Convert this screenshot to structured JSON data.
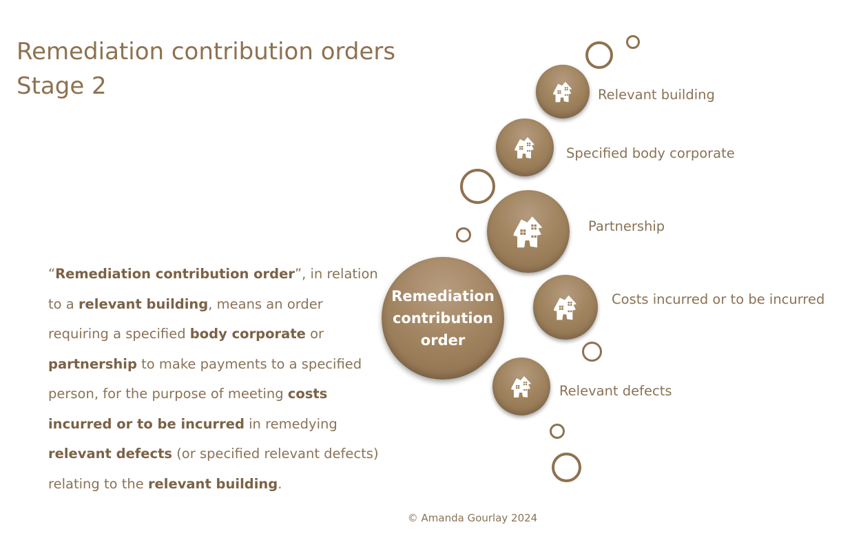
{
  "title": {
    "line1": "Remediation contribution orders",
    "line2": "Stage 2"
  },
  "definition": {
    "p1": "“",
    "b1": "Remediation contribution order",
    "p2": "”, in relation to a ",
    "b2": "relevant building",
    "p3": ", means an order requiring a specified ",
    "b3": "body corporate",
    "p4": " or ",
    "b4": "partnership",
    "p5": " to make payments to a specified person, for the purpose of meeting ",
    "b5": "costs incurred or to be incurred",
    "p6": " in remedying ",
    "b6": "relevant defects",
    "p7": " (or specified relevant defects) relating to the ",
    "b7": "relevant building",
    "p8": "."
  },
  "diagram": {
    "center_label": "Remediation contribution order",
    "nodes": [
      {
        "label": "Relevant building",
        "icon": "house-icon"
      },
      {
        "label": "Specified body corporate",
        "icon": "house-icon"
      },
      {
        "label": "Partnership",
        "icon": "house-icon"
      },
      {
        "label": "Costs incurred or to be incurred",
        "icon": "house-icon"
      },
      {
        "label": "Relevant defects",
        "icon": "house-icon"
      }
    ],
    "colors": {
      "accent": "#8e7150",
      "bubble": "#a0845f",
      "text": "#8a7256"
    }
  },
  "footer": "© Amanda Gourlay 2024"
}
